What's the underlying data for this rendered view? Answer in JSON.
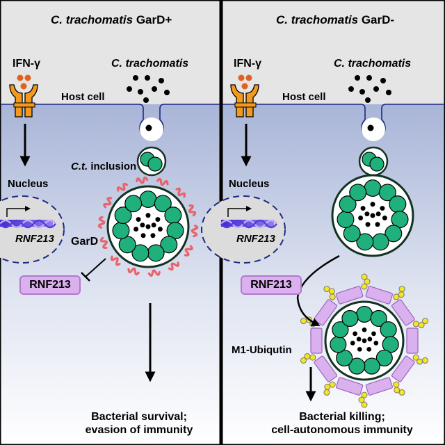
{
  "left_panel": {
    "title_species": "C. trachomatis",
    "title_strain": "GarD+",
    "ifn_label": "IFN-γ",
    "bacteria_label": "C. trachomatis",
    "host_cell_label": "Host cell",
    "inclusion_label_italic": "C.t.",
    "inclusion_label_rest": "inclusion",
    "nucleus_label": "Nucleus",
    "gene_label": "RNF213",
    "gard_label": "GarD",
    "protein_label": "RNF213",
    "outcome_line1": "Bacterial survival;",
    "outcome_line2": "evasion of immunity"
  },
  "right_panel": {
    "title_species": "C. trachomatis",
    "title_strain": "GarD-",
    "ifn_label": "IFN-γ",
    "bacteria_label": "C. trachomatis",
    "host_cell_label": "Host cell",
    "nucleus_label": "Nucleus",
    "gene_label": "RNF213",
    "protein_label": "RNF213",
    "ubiquitin_label": "M1-Ubiqutin",
    "outcome_line1": "Bacterial killing;",
    "outcome_line2": "cell-autonomous immunity"
  },
  "colors": {
    "receptor": "#f39a1e",
    "ligand": "#e0621e",
    "membrane": "#1b2a80",
    "cytoplasm_top": "#a9b5d8",
    "bacterium": "#1fb07c",
    "gard": "#e8646a",
    "rnf213_box": "#dbb0ef",
    "ubiquitin": "#f6e521"
  }
}
